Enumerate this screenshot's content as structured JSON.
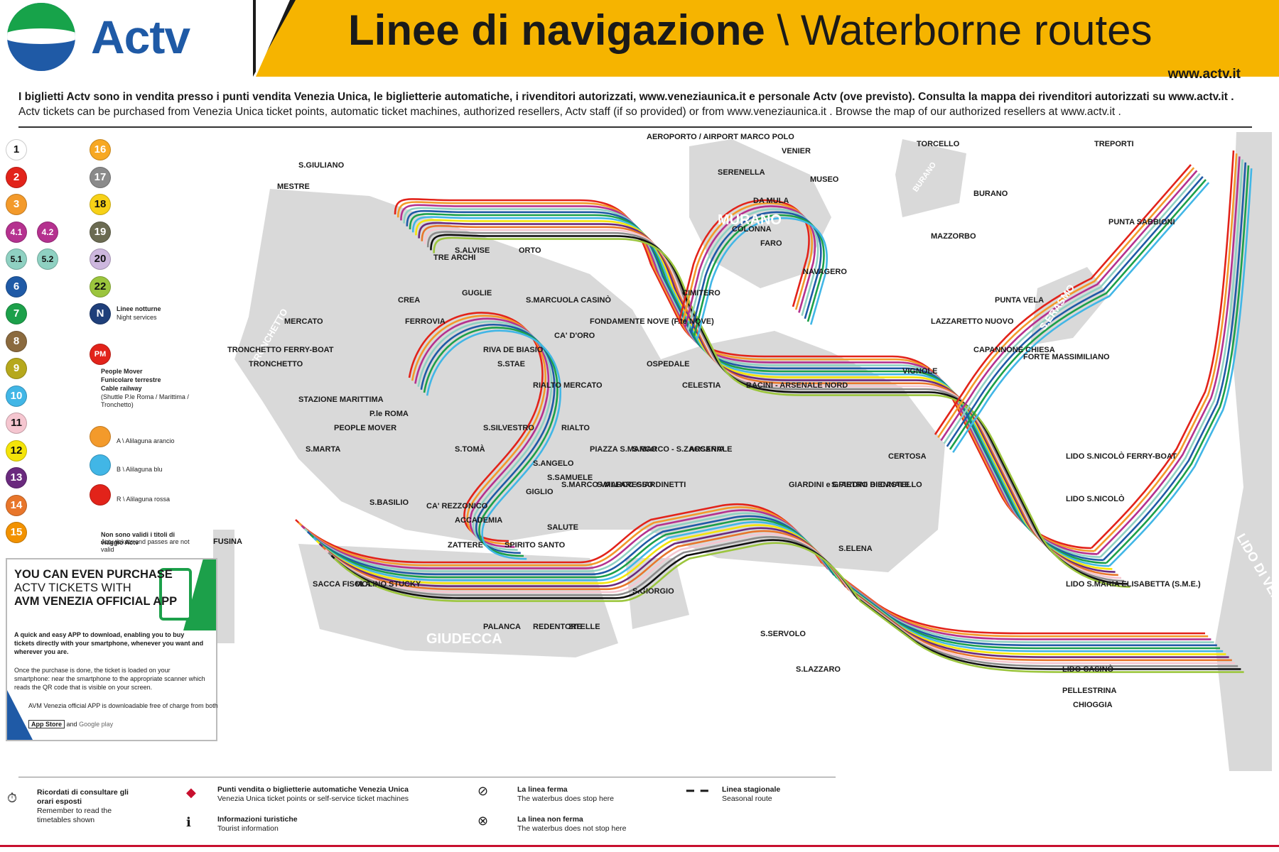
{
  "header": {
    "logo_text": "Actv",
    "title_it": "Linee di navigazione",
    "title_sep": " \\ ",
    "title_en": "Waterborne routes",
    "website": "www.actv.it",
    "info_it": "I biglietti Actv sono in vendita presso i punti vendita Venezia Unica, le biglietterie automatiche, i rivenditori autorizzati, www.veneziaunica.it e personale Actv (ove previsto). Consulta la mappa dei rivenditori autorizzati su www.actv.it .",
    "info_en": "Actv tickets can be purchased from Venezia Unica ticket points, automatic ticket machines, authorized resellers, Actv staff (if so provided) or from www.veneziaunica.it . Browse the map of our authorized resellers at www.actv.it ."
  },
  "legend": {
    "lines": [
      {
        "label": "1",
        "color": "#ffffff",
        "text": "#111111"
      },
      {
        "label": "2",
        "color": "#e2231a",
        "text": "#ffffff"
      },
      {
        "label": "3",
        "color": "#f39a2b",
        "text": "#ffffff"
      },
      {
        "label": "4.1",
        "color": "#b5318f",
        "text": "#ffffff"
      },
      {
        "label": "4.2",
        "color": "#b5318f",
        "text": "#ffffff"
      },
      {
        "label": "5.1",
        "color": "#8fd1c2",
        "text": "#111111"
      },
      {
        "label": "5.2",
        "color": "#8fd1c2",
        "text": "#111111"
      },
      {
        "label": "6",
        "color": "#1f5aa6",
        "text": "#ffffff"
      },
      {
        "label": "7",
        "color": "#1ca04a",
        "text": "#ffffff"
      },
      {
        "label": "8",
        "color": "#8b6a3e",
        "text": "#ffffff"
      },
      {
        "label": "9",
        "color": "#b6a81c",
        "text": "#ffffff"
      },
      {
        "label": "10",
        "color": "#41b6e6",
        "text": "#ffffff"
      },
      {
        "label": "11",
        "color": "#f5c6d0",
        "text": "#111111"
      },
      {
        "label": "12",
        "color": "#f4e409",
        "text": "#111111"
      },
      {
        "label": "13",
        "color": "#6a2a7e",
        "text": "#ffffff"
      },
      {
        "label": "14",
        "color": "#e8762b",
        "text": "#ffffff"
      },
      {
        "label": "15",
        "color": "#f29200",
        "text": "#ffffff"
      },
      {
        "label": "16",
        "color": "#f7a823",
        "text": "#ffffff"
      },
      {
        "label": "17",
        "color": "#8a8a8a",
        "text": "#ffffff"
      },
      {
        "label": "18",
        "color": "#f7d117",
        "text": "#111111"
      },
      {
        "label": "19",
        "color": "#6b6b52",
        "text": "#ffffff"
      },
      {
        "label": "20",
        "color": "#cdb7de",
        "text": "#111111"
      },
      {
        "label": "22",
        "color": "#9bc53d",
        "text": "#111111"
      },
      {
        "label": "N",
        "color": "#1f3f7a",
        "text": "#ffffff"
      }
    ],
    "night_it": "Linee notturne",
    "night_en": "Night services",
    "pm": "PM",
    "people_mover": "People Mover",
    "funicolare": "Funicolare terrestre",
    "cable": "Cable railway",
    "shuttle": "(Shuttle P.le Roma / Marittima / Tronchetto)",
    "alilaguna_a": "A \\ Alilaguna arancio",
    "alilaguna_b": "B \\ Alilaguna blu",
    "alilaguna_r": "R \\ Alilaguna rossa",
    "not_valid_it": "Non sono validi i titoli di viaggio Actv",
    "not_valid_en": "Actv tickets and passes are not valid"
  },
  "promo": {
    "line1": "YOU CAN EVEN PURCHASE",
    "line2": "ACTV TICKETS WITH",
    "line3": "AVM VENEZIA OFFICIAL APP",
    "p1": "A quick and easy APP to download, enabling you to buy tickets directly with your smartphone, whenever you want and wherever you are.",
    "p2": "Once the purchase is done, the ticket is loaded on your smartphone: near the smartphone to the appropriate scanner which reads the QR code that is visible on your screen.",
    "p3": "AVM Venezia official APP is downloadable free of charge from both",
    "store1": "App Store",
    "and": "and",
    "store2": "Google play"
  },
  "footer": {
    "timetable_it": "Ricordati di consultare gli orari esposti",
    "timetable_en": "Remember to read the timetables shown",
    "points_it": "Punti vendita o biglietterie automatiche Venezia Unica",
    "points_en": "Venezia Unica ticket points or self-service ticket machines",
    "info_it": "Informazioni turistiche",
    "info_en": "Tourist information",
    "stop_it": "La linea ferma",
    "stop_en": "The waterbus does stop here",
    "nostop_it": "La linea non ferma",
    "nostop_en": "The waterbus does not stop here",
    "seasonal_it": "Linea stagionale",
    "seasonal_en": "Seasonal route"
  },
  "map": {
    "areas": {
      "murano": "MURANO",
      "giudecca": "GIUDECCA",
      "lido": "LIDO DI VENEZIA",
      "tronchetto": "TRONCHETTO",
      "serasmo": "S.ERASMO",
      "burano": "BURANO"
    },
    "stops": [
      "AEROPORTO / AIRPORT MARCO POLO",
      "MESTRE",
      "S.GIULIANO",
      "SERENELLA",
      "VENIER",
      "MUSEO",
      "DA MULA",
      "COLONNA",
      "FARO",
      "NAVAGERO",
      "CIMITERO",
      "TORCELLO",
      "BURANO",
      "MAZZORBO",
      "TREPORTI",
      "PUNTA SABBIONI",
      "S.ALVISE",
      "ORTO",
      "TRE ARCHI",
      "GUGLIE",
      "CREA",
      "FERROVIA",
      "S.MARCUOLA CASINÒ",
      "FONDAMENTE NOVE (F.te NOVE)",
      "CA' D'ORO",
      "RIVA DE BIASIO",
      "S.STAE",
      "RIALTO MERCATO",
      "TRONCHETTO FERRY-BOAT",
      "TRONCHETTO",
      "MERCATO",
      "STAZIONE MARITTIMA",
      "P.le ROMA",
      "PEOPLE MOVER",
      "S.MARTA",
      "S.TOMÀ",
      "S.SILVESTRO",
      "RIALTO",
      "S.ANGELO",
      "S.SAMUELE",
      "CA' REZZONICO",
      "ACCADEMIA",
      "GIGLIO",
      "S.MARCO VALLARESSO",
      "S.MARCO GIARDINETTI",
      "PIAZZA S.MARCO",
      "S.MARCO - S.ZACCARIA",
      "ARSENALE",
      "SALUTE",
      "OSPEDALE",
      "CELESTIA",
      "BACINI - ARSENALE NORD",
      "LAZZARETTO NUOVO",
      "CAPANNONE CHIESA",
      "PUNTA VELA",
      "FORTE MASSIMILIANO",
      "VIGNOLE",
      "CERTOSA",
      "S.PIETRO DI CASTELLO",
      "GIARDINI e GIARDINI BIENNALE",
      "S.ELENA",
      "LIDO S.NICOLÒ FERRY-BOAT",
      "LIDO S.NICOLÒ",
      "LIDO S.MARIA ELISABETTA (S.M.E.)",
      "FUSINA",
      "S.BASILIO",
      "SACCA FISOLA",
      "MOLINO STUCKY",
      "ZATTERE",
      "SPIRITO SANTO",
      "PALANCA",
      "REDENTORE",
      "ZITELLE",
      "S.GIORGIO",
      "S.SERVOLO",
      "S.LAZZARO",
      "LIDO CASINÒ",
      "PELLESTRINA",
      "CHIOGGIA"
    ],
    "route_colors": [
      "#e2231a",
      "#f39a2b",
      "#b5318f",
      "#8fd1c2",
      "#1f5aa6",
      "#1ca04a",
      "#41b6e6",
      "#f4e409",
      "#6a2a7e",
      "#e8762b",
      "#f5c6d0",
      "#8a8a8a",
      "#111111",
      "#9bc53d"
    ]
  }
}
